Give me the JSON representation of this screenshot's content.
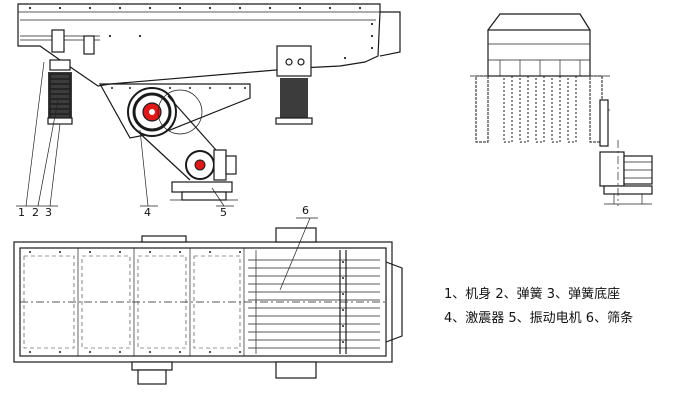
{
  "callouts": {
    "c1": "1",
    "c2": "2",
    "c3": "3",
    "c4": "4",
    "c5": "5",
    "c6": "6"
  },
  "legend": {
    "line1": "1、机身  2、弹簧  3、弹簧底座",
    "line2": "4、激震器  5、振动电机  6、筛条"
  },
  "colors": {
    "line": "#1a1a1a",
    "accent_red": "#e01818"
  }
}
